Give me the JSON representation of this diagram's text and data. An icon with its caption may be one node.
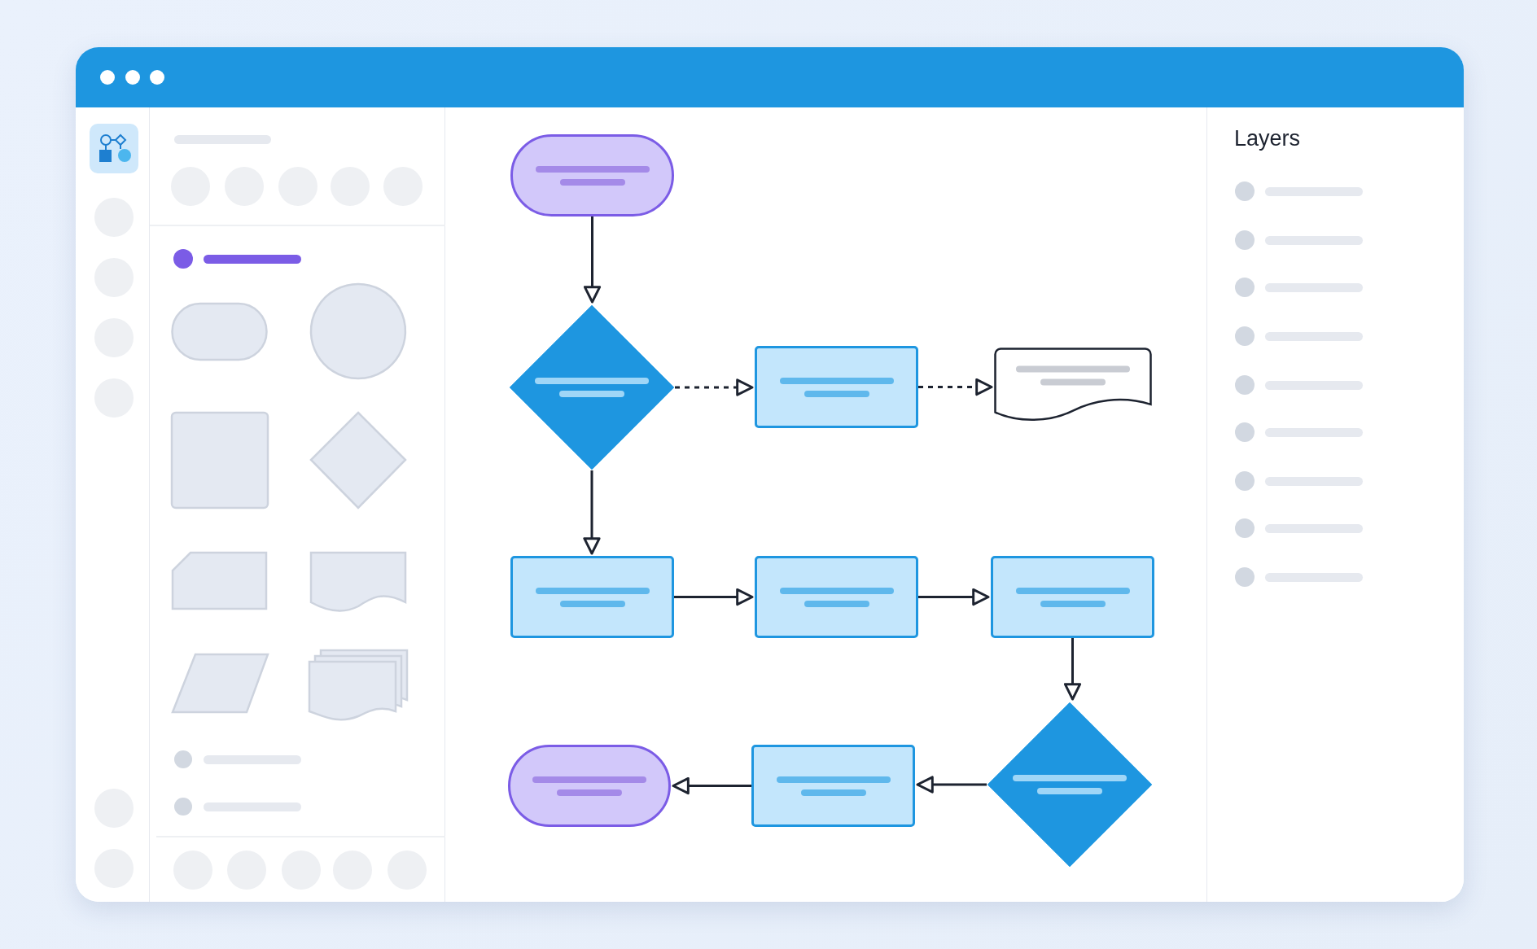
{
  "diagram": {
    "nodes": [
      {
        "text": [],
        "shape": "pill"
      },
      {
        "text": [],
        "shape": "diamond"
      },
      {
        "text": [],
        "shape": "box"
      },
      {
        "text": [],
        "shape": "document"
      },
      {
        "text": [],
        "shape": "box"
      },
      {
        "text": [],
        "shape": "box"
      },
      {
        "text": [],
        "shape": "box"
      },
      {
        "text": [],
        "shape": "diamond"
      },
      {
        "text": [],
        "shape": "box"
      },
      {
        "text": [],
        "shape": "pill"
      }
    ],
    "edges": [
      {
        "from": 0,
        "to": 1,
        "arrow": "to"
      },
      {
        "from": 1,
        "to": 2,
        "arrow": "to",
        "style": "dashed"
      },
      {
        "from": 2,
        "to": 3,
        "arrow": "to",
        "style": "dashed"
      },
      {
        "from": 1,
        "to": 4,
        "arrow": "to"
      },
      {
        "from": 4,
        "to": 5,
        "arrow": "to"
      },
      {
        "from": 5,
        "to": 6,
        "arrow": "to"
      },
      {
        "from": 6,
        "to": 7,
        "arrow": "to"
      },
      {
        "from": 7,
        "to": 8,
        "arrow": "to"
      },
      {
        "from": 8,
        "to": 9,
        "arrow": "to"
      }
    ],
    "labels": [
      "Layers"
    ]
  }
}
